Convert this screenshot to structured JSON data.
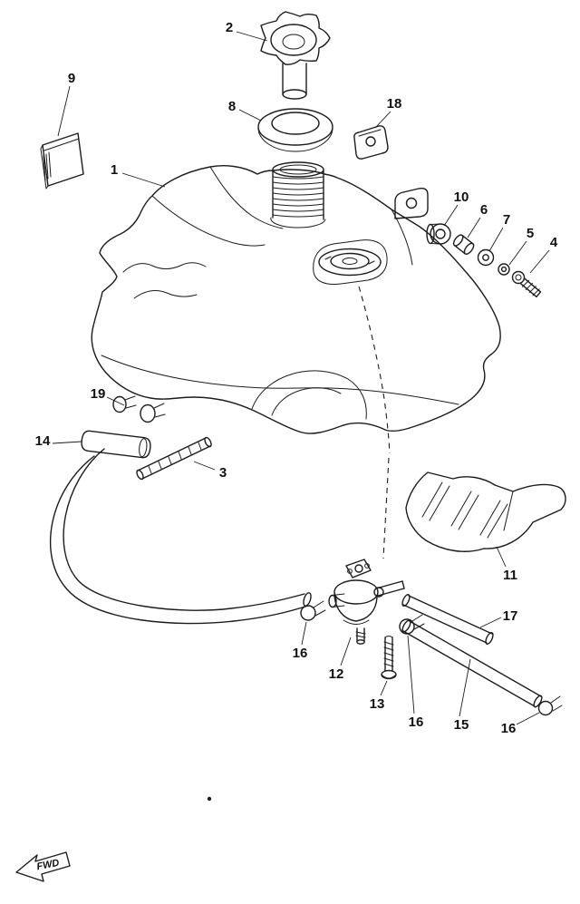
{
  "diagram": {
    "fwd_label": "FWD",
    "colors": {
      "ink": "#1c1c1c",
      "background": "#ffffff"
    },
    "callouts": [
      {
        "label": "2"
      },
      {
        "label": "9"
      },
      {
        "label": "8"
      },
      {
        "label": "18"
      },
      {
        "label": "1"
      },
      {
        "label": "10"
      },
      {
        "label": "6"
      },
      {
        "label": "7"
      },
      {
        "label": "5"
      },
      {
        "label": "4"
      },
      {
        "label": "19"
      },
      {
        "label": "14"
      },
      {
        "label": "3"
      },
      {
        "label": "11"
      },
      {
        "label": "17"
      },
      {
        "label": "16"
      },
      {
        "label": "12"
      },
      {
        "label": "13"
      },
      {
        "label": "16"
      },
      {
        "label": "15"
      },
      {
        "label": "16"
      }
    ]
  }
}
